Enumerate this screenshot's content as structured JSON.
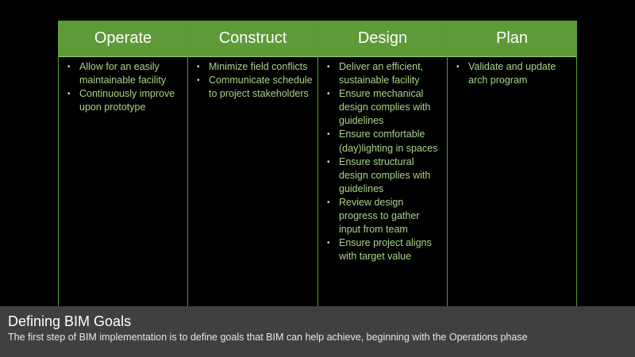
{
  "table": {
    "border_color": "#5a9a33",
    "header_bg": "#5e9a38",
    "text_color": "#a9d48a",
    "columns": [
      {
        "header": "Operate",
        "items": [
          "Allow for an easily maintainable facility",
          "Continuously improve upon prototype"
        ]
      },
      {
        "header": "Construct",
        "items": [
          "Minimize field conflicts",
          "Communicate schedule to project stakeholders"
        ]
      },
      {
        "header": "Design",
        "items": [
          "Deliver an efficient, sustainable facility",
          "Ensure mechanical design complies with guidelines",
          "Ensure comfortable (day)lighting in spaces",
          "Ensure structural design complies with guidelines",
          "Review design progress to gather input from team",
          "Ensure project aligns with target value"
        ]
      },
      {
        "header": "Plan",
        "items": [
          "Validate and update arch program"
        ]
      }
    ]
  },
  "caption": {
    "title": "Defining BIM Goals",
    "text": "The first step of BIM implementation is to define goals that BIM can help achieve, beginning with the Operations phase"
  }
}
